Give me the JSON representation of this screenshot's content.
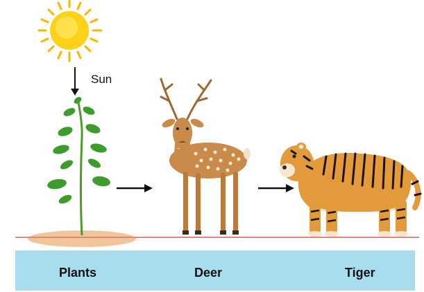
{
  "labels": {
    "sun": "Sun"
  },
  "legend": {
    "items": [
      "Plants",
      "Deer",
      "Tiger"
    ]
  },
  "colors": {
    "sun_core": "#ffd21a",
    "sun_rays": "#ffb400",
    "plant_stem": "#4f9a2a",
    "leaf": "#3f9b2c",
    "soil": "#f2c49b",
    "ground_line": "#d98c73",
    "legend_bg": "#a9dcee",
    "deer_body": "#c98a4a",
    "tiger_body": "#e39a3b",
    "arrow": "#111111"
  },
  "icons": [
    "sun-icon",
    "plant-icon",
    "deer-icon",
    "tiger-icon",
    "arrow-right-icon",
    "arrow-down-icon"
  ]
}
